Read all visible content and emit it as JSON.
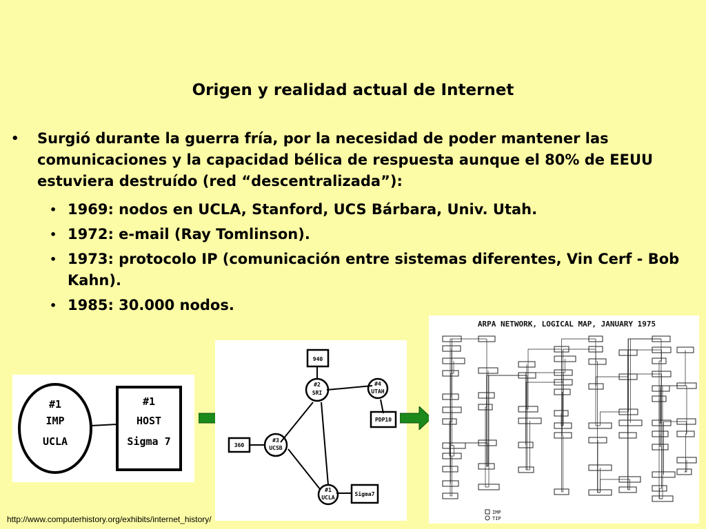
{
  "slide": {
    "title": "Origen y realidad actual de Internet",
    "bullet_main": "Surgió durante la guerra fría, por la necesidad de poder mantener las comunicaciones y la capacidad bélica de respuesta aunque el 80% de EEUU estuviera destruído (red “descentralizada”):",
    "sub_bullets": [
      "1969: nodos en UCLA, Stanford, UCS Bárbara, Univ. Utah.",
      "1972: e-mail (Ray Tomlinson).",
      "1973: protocolo IP (comunicación entre sistemas diferentes, Vin Cerf - Bob Kahn).",
      "1985: 30.000 nodos."
    ],
    "footer_url": "http://www.computerhistory.org/exhibits/internet_history/"
  },
  "diagram1": {
    "imp_label": [
      "#1",
      "IMP",
      "UCLA"
    ],
    "host_label": [
      "#1",
      "HOST",
      "Sigma 7"
    ]
  },
  "diagram2": {
    "n940": "940",
    "sri": [
      "#2",
      "SRI"
    ],
    "utah": [
      "#4",
      "UTAH"
    ],
    "pdp10": "PDP10",
    "n360": "360",
    "ucsb": [
      "#3",
      "UCSB"
    ],
    "ucla": [
      "#1",
      "UCLA"
    ],
    "sigma7": "Sigma7"
  },
  "arpa_map": {
    "title": "ARPA NETWORK, LOGICAL MAP, JANUARY 1975",
    "legend": [
      "IMP",
      "TIP"
    ]
  },
  "colors": {
    "background": "#fdfca6",
    "arrow": "#1a8a1a"
  }
}
